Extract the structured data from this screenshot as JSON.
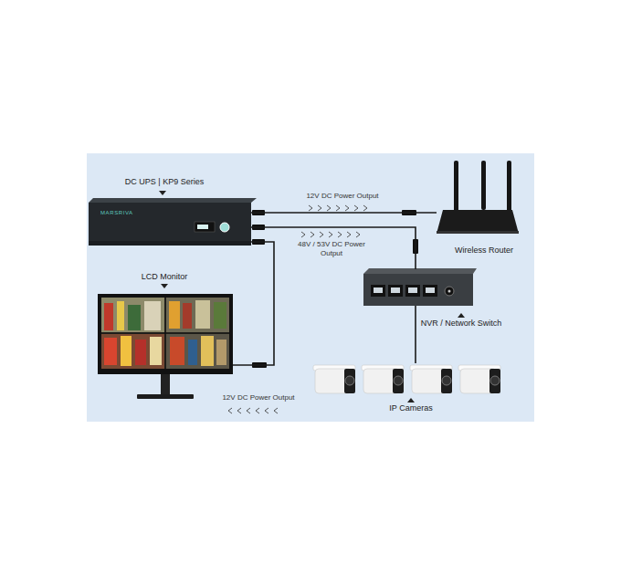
{
  "diagram": {
    "nodes": [
      {
        "text": [
          "DC UPS | KP9 Series"
        ]
      },
      {
        "text": [
          "Wireless Router"
        ]
      },
      {
        "text": [
          "NVR / Network Switch"
        ]
      },
      {
        "text": [
          "LCD Monitor"
        ]
      },
      {
        "text": [
          "IP Cameras"
        ]
      }
    ],
    "edges": [
      {
        "from": 0,
        "to": 1,
        "arrow": "none",
        "label": "12V DC Power Output"
      },
      {
        "from": 0,
        "to": 2,
        "arrow": "none",
        "label": "48V / 53V DC Power Output"
      },
      {
        "from": 0,
        "to": 3,
        "arrow": "none",
        "label": "12V DC Power Output"
      },
      {
        "from": 2,
        "to": 4,
        "arrow": "none"
      }
    ],
    "labels": [
      "MARSRIVA"
    ]
  }
}
